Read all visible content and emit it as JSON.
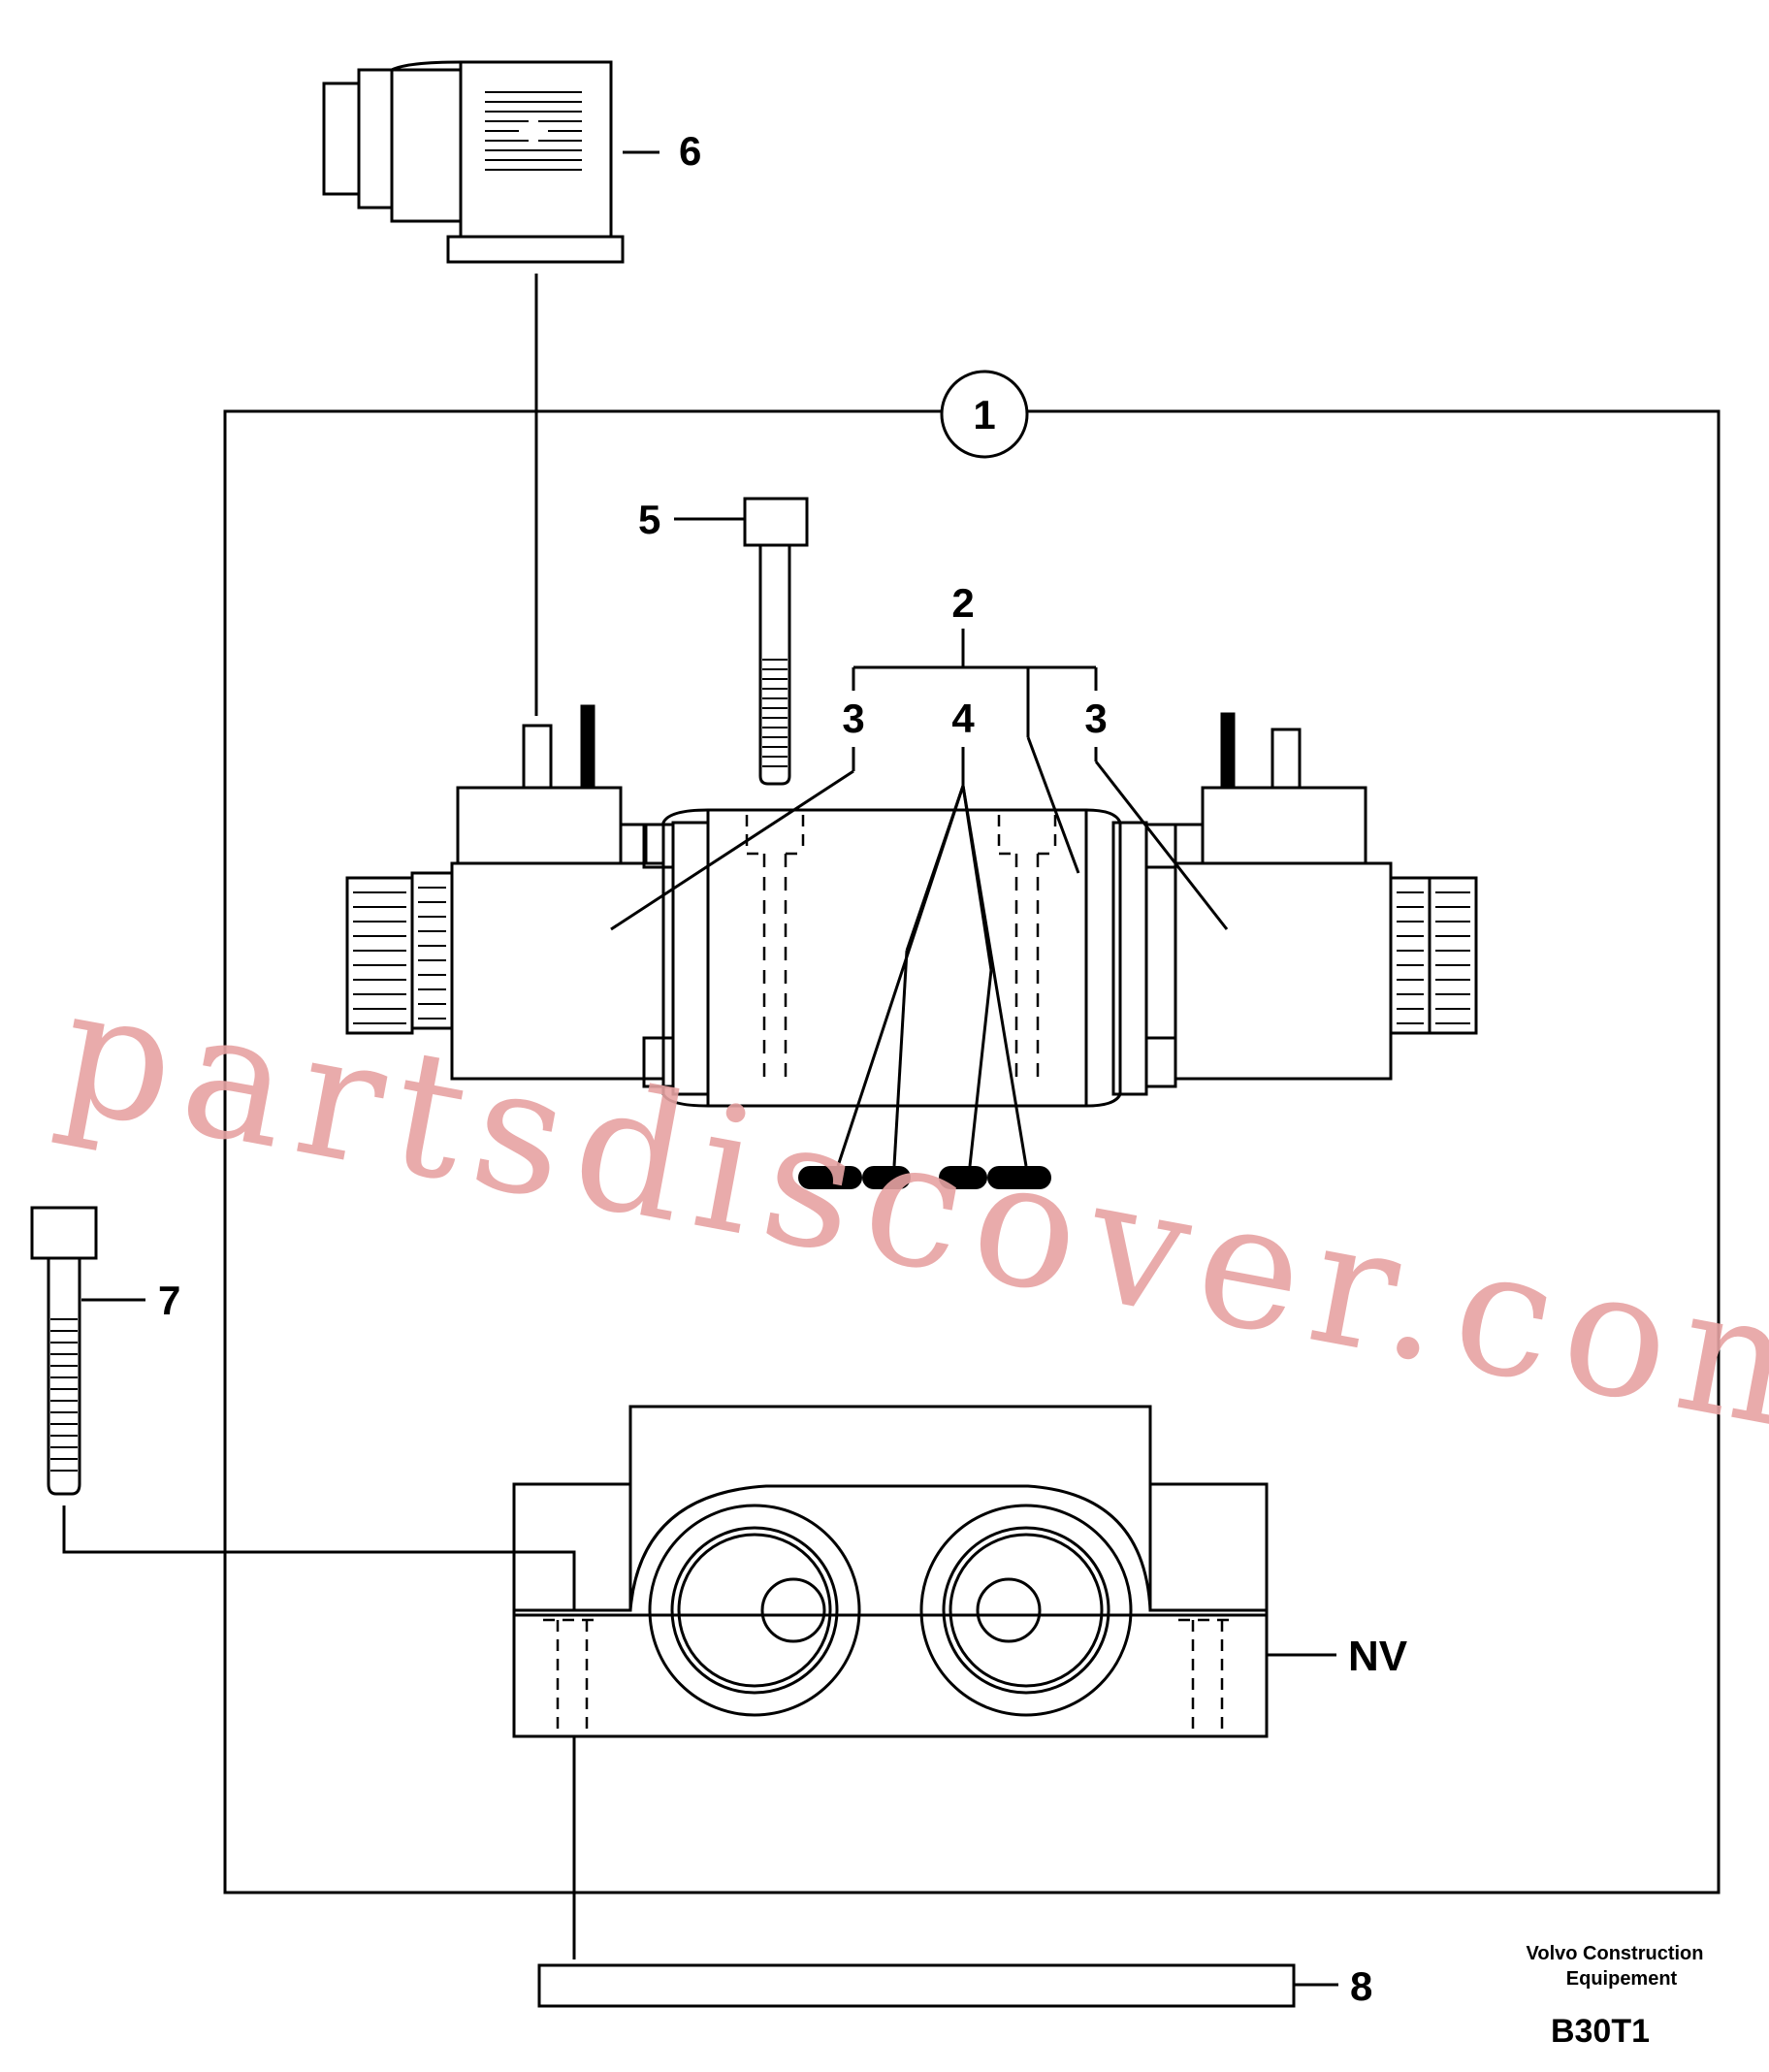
{
  "callouts": {
    "assembly": "1",
    "block": "2",
    "coil_left": "3",
    "coil_right": "3",
    "seals": "4",
    "screw_valve": "5",
    "connector": "6",
    "screw_plate": "7",
    "gasket_plate": "8",
    "plate": "NV"
  },
  "watermark": "partsdiscover.com",
  "footer": {
    "company_line1": "Volvo Construction",
    "company_line2": "Equipement",
    "code": "B30T1"
  }
}
